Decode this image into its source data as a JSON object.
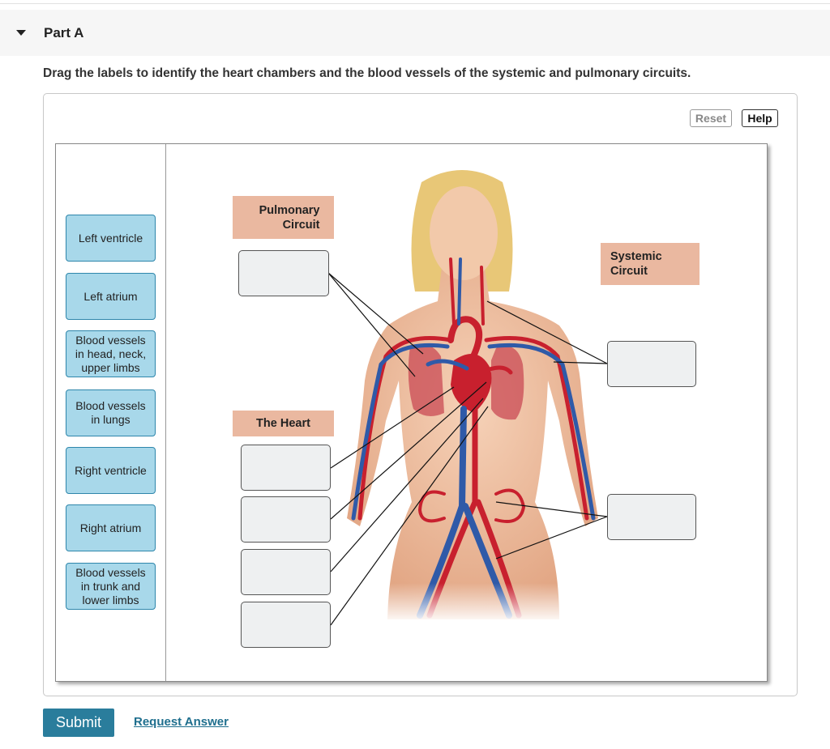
{
  "part": {
    "title": "Part A"
  },
  "instructions": "Drag the labels to identify the heart chambers and the blood vessels of the systemic and pulmonary circuits.",
  "toolbar": {
    "reset_label": "Reset",
    "help_label": "Help"
  },
  "labels": [
    "Left ventricle",
    "Left atrium",
    "Blood vessels in head, neck, upper limbs",
    "Blood vessels in lungs",
    "Right ventricle",
    "Right atrium",
    "Blood vessels in trunk and lower limbs"
  ],
  "categories": {
    "pulmonary": "Pulmonary Circuit",
    "heart": "The Heart",
    "systemic": "Systemic Circuit"
  },
  "actions": {
    "submit_label": "Submit",
    "request_label": "Request Answer"
  },
  "colors": {
    "accent": "#2a7d9c",
    "label_fill": "#a8d8ea",
    "label_border": "#2e86ab",
    "category_fill": "#eab8a0",
    "drop_fill": "#eef0f1"
  }
}
